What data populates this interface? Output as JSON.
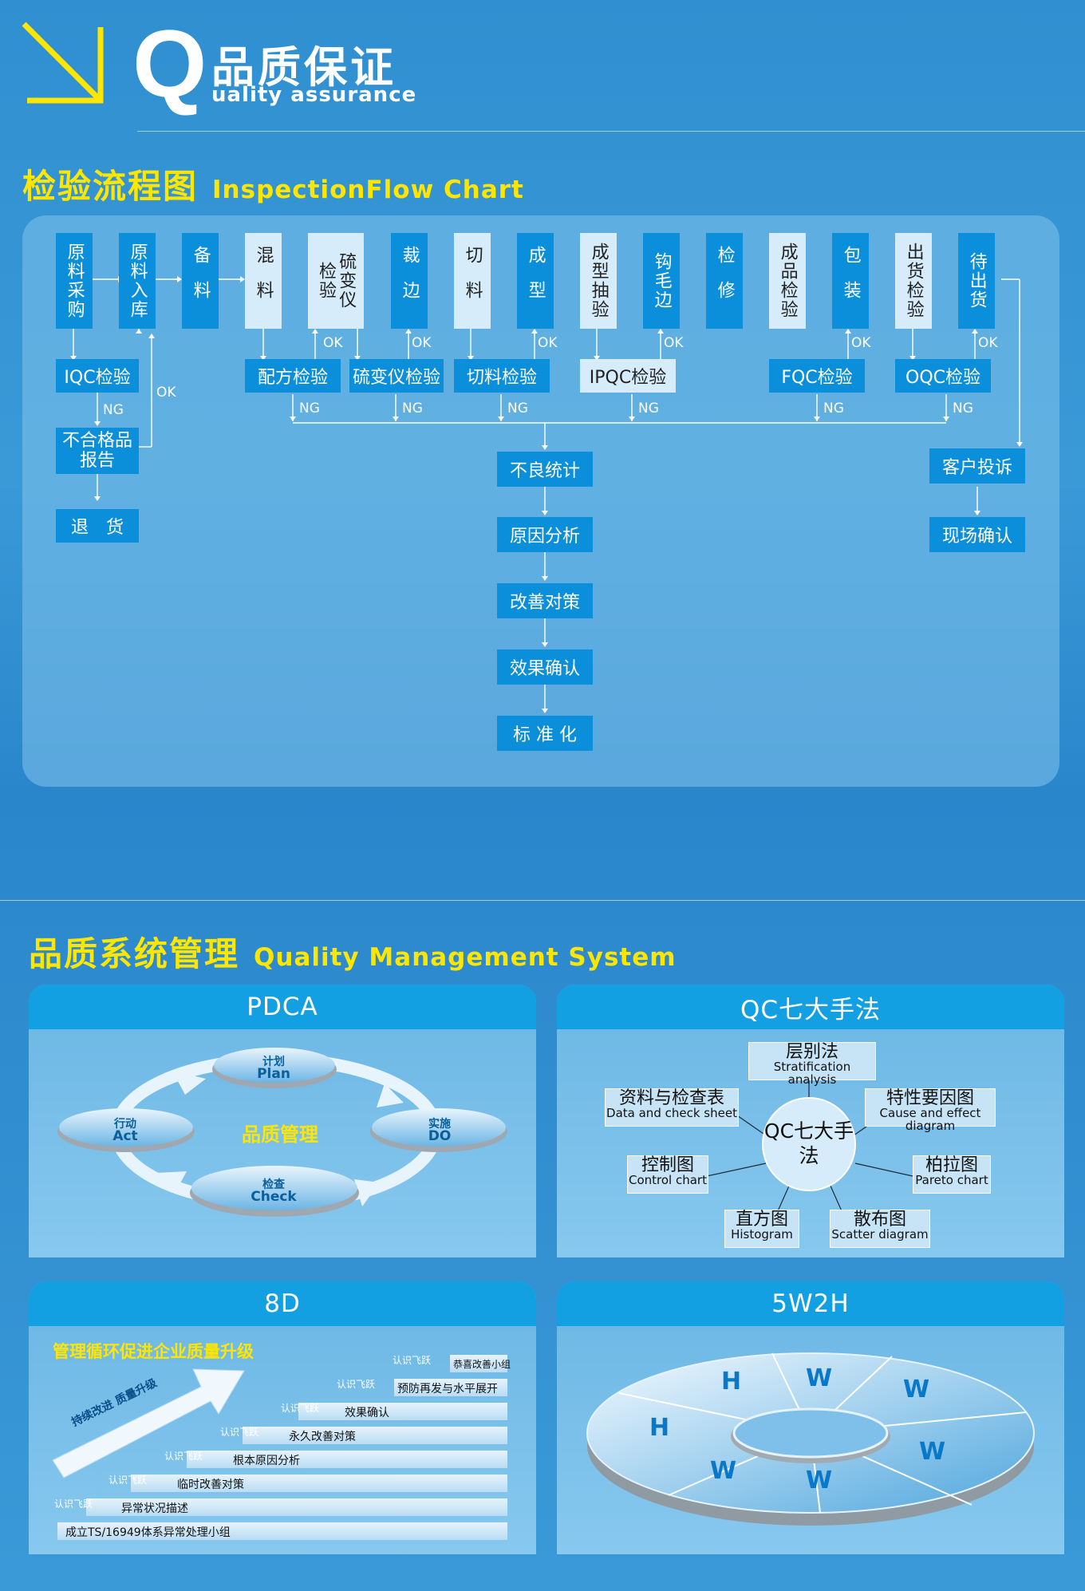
{
  "header": {
    "letter": "Q",
    "title_cn": "品质保证",
    "title_en": "uality assurance"
  },
  "inspection": {
    "title_cn": "检验流程图",
    "title_en": "InspectionFlow Chart",
    "top_boxes": [
      "原料采购",
      "原料入库",
      "备料",
      "混料",
      "硫变仪检验",
      "裁边",
      "切料",
      "成型",
      "成型抽验",
      "钩毛边",
      "检修",
      "成品检验",
      "包装",
      "出货检验",
      "待出货"
    ],
    "checks": [
      "IQC检验",
      "配方检验",
      "硫变仪检验",
      "切料检验",
      "IPQC检验",
      "FQC检验",
      "OQC检验"
    ],
    "reject": "不合格品报告",
    "return_goods": "退　货",
    "analysis": [
      "不良统计",
      "原因分析",
      "改善对策",
      "效果确认",
      "标 准 化"
    ],
    "complaint": [
      "客户投诉",
      "现场确认"
    ],
    "ok": "OK",
    "ng": "NG"
  },
  "qms": {
    "title_cn": "品质系统管理",
    "title_en": "Quality Management System"
  },
  "pdca": {
    "title": "PDCA",
    "center": "品质管理",
    "plan_cn": "计划",
    "plan_en": "Plan",
    "do_cn": "实施",
    "do_en": "DO",
    "check_cn": "检查",
    "check_en": "Check",
    "act_cn": "行动",
    "act_en": "Act"
  },
  "qc7": {
    "title": "QC七大手法",
    "center": "QC七大手法",
    "items": [
      {
        "cn": "层别法",
        "en": "Stratification analysis"
      },
      {
        "cn": "资料与检查表",
        "en": "Data and check sheet"
      },
      {
        "cn": "特性要因图",
        "en": "Cause and effect diagram"
      },
      {
        "cn": "控制图",
        "en": "Control chart"
      },
      {
        "cn": "柏拉图",
        "en": "Pareto chart"
      },
      {
        "cn": "直方图",
        "en": "Histogram"
      },
      {
        "cn": "散布图",
        "en": "Scatter diagram"
      }
    ]
  },
  "eightd": {
    "title": "8D",
    "headline": "管理循环促进企业质量升级",
    "arrow_text": "持续改进 质量升级",
    "fly": "认识飞跃",
    "steps": [
      "成立TS/16949体系异常处理小组",
      "异常状况描述",
      "临时改善对策",
      "根本原因分析",
      "永久改善对策",
      "效果确认",
      "预防再发与水平展开",
      "恭喜改善小组"
    ]
  },
  "fivew2h": {
    "title": "5W2H",
    "letters": [
      "H",
      "W",
      "W",
      "H",
      "W",
      "W",
      "W"
    ]
  }
}
